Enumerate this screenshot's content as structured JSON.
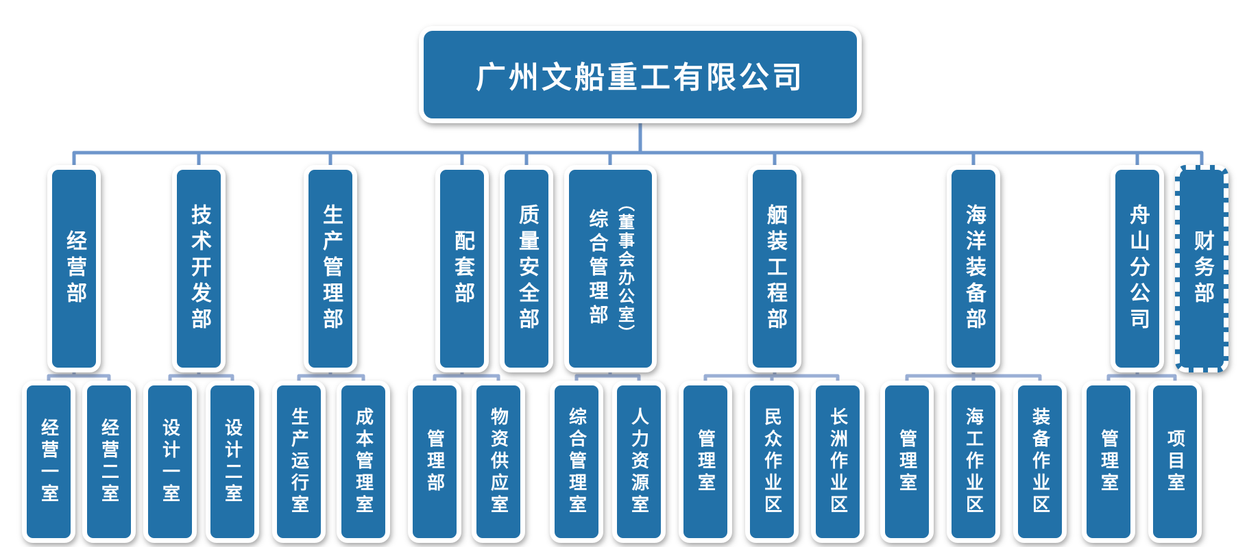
{
  "diagram": {
    "type": "org-chart",
    "colors": {
      "node_fill": "#2271a8",
      "node_rim": "#ffffff",
      "trunk_line": "#6e96cb",
      "branch_line": "#9aafd5",
      "text": "#ffffff"
    }
  },
  "root": {
    "label": "广州文船重工有限公司"
  },
  "departments": [
    {
      "label": "经营部",
      "children": [
        "经营一室",
        "经营二室"
      ]
    },
    {
      "label": "技术开发部",
      "children": [
        "设计一室",
        "设计二室"
      ]
    },
    {
      "label": "生产管理部",
      "children": [
        "生产运行室",
        "成本管理室"
      ]
    },
    {
      "label": "配套部",
      "children": [
        "管理部",
        "物资供应室"
      ]
    },
    {
      "label": "质量安全部",
      "children": []
    },
    {
      "label": "综合管理部",
      "label_secondary": "（董事会办公室）",
      "children": [
        "综合管理室",
        "人力资源室"
      ]
    },
    {
      "label": "舾装工程部",
      "children": [
        "管理室",
        "民众作业区",
        "长洲作业区"
      ]
    },
    {
      "label": "海洋装备部",
      "children": [
        "管理室",
        "海工作业区",
        "装备作业区"
      ]
    },
    {
      "label": "舟山分公司",
      "children": [
        "管理室",
        "项目室"
      ]
    },
    {
      "label": "财务部",
      "children": [],
      "border_style": "dashed"
    }
  ]
}
